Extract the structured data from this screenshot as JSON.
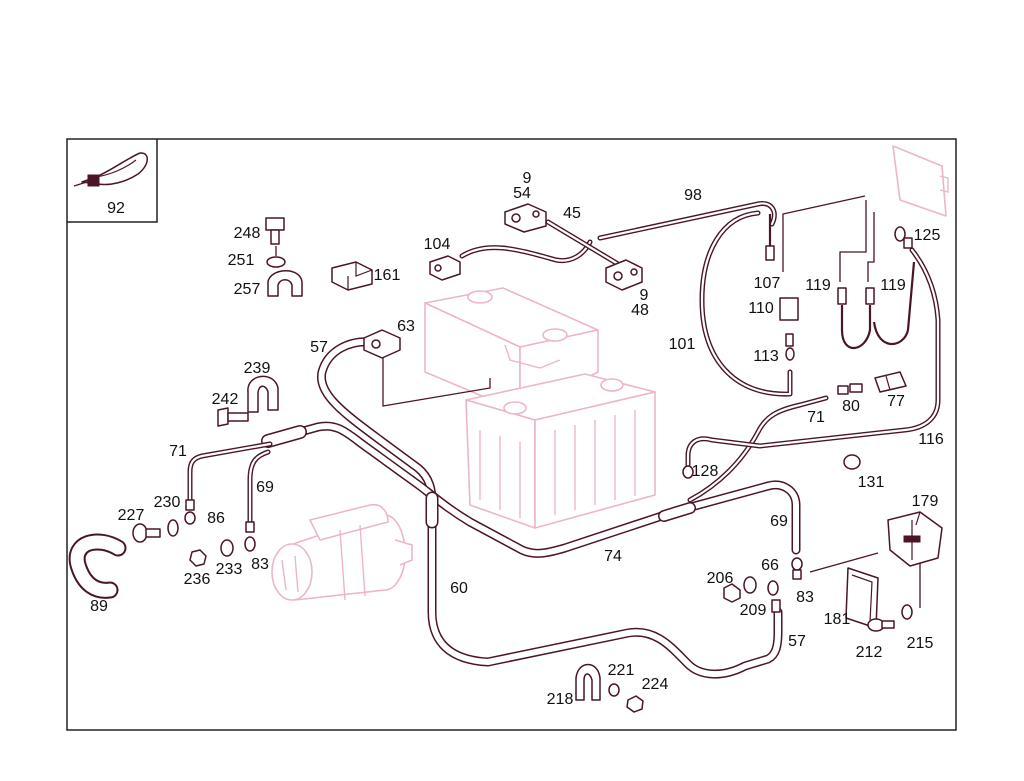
{
  "figure": {
    "callouts": [
      "92",
      "248",
      "251",
      "257",
      "161",
      "104",
      "9",
      "54",
      "45",
      "98",
      "125",
      "9",
      "48",
      "107",
      "119",
      "119",
      "110",
      "63",
      "57",
      "101",
      "113",
      "239",
      "242",
      "80",
      "77",
      "71",
      "71",
      "116",
      "128",
      "131",
      "69",
      "179",
      "230",
      "227",
      "86",
      "69",
      "74",
      "83",
      "236",
      "233",
      "206",
      "66",
      "60",
      "83",
      "89",
      "209",
      "181",
      "57",
      "215",
      "212",
      "221",
      "224",
      "218"
    ]
  },
  "colors": {
    "line": "#4b1526",
    "ghost": "#ecb6c6",
    "frame": "#222222"
  }
}
